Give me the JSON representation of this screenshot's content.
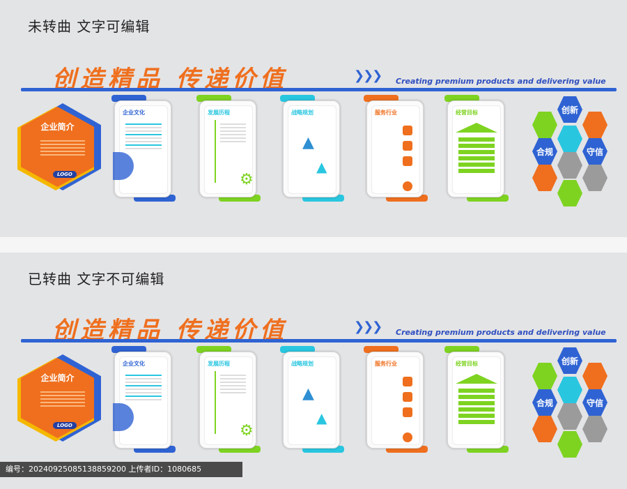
{
  "panels": {
    "top": {
      "caption": "未转曲 文字可编辑"
    },
    "bottom": {
      "caption": "已转曲 文字不可编辑"
    }
  },
  "headline": "创造精品 传递价值",
  "arrows": "❯❯❯",
  "subtitle": "Creating premium products and delivering value",
  "intro": {
    "title": "企业简介",
    "logo": "LOGO"
  },
  "boards": [
    {
      "title": "企业文化"
    },
    {
      "title": "发展历程"
    },
    {
      "title": "战略规划"
    },
    {
      "title": "服务行业"
    },
    {
      "title": "经营目标"
    }
  ],
  "values": [
    "创新",
    "合规",
    "守信"
  ],
  "watermark": {
    "text": "编号：20240925085138859200   上传者ID：1080685"
  },
  "colors": {
    "orange": "#ef6f1e",
    "blue": "#2f63d3",
    "green": "#7ed321",
    "cyan": "#29c6e0",
    "gray": "#9b9b9b"
  }
}
